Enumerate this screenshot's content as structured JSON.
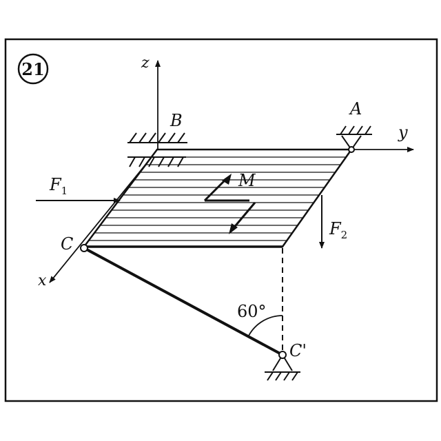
{
  "figure": {
    "number": "21",
    "labels": {
      "z": "z",
      "y": "y",
      "x": "x",
      "B": "B",
      "A": "A",
      "C": "C",
      "C_prime": "C'",
      "M": "M",
      "F1": "F",
      "F1_sub": "1",
      "F2": "F",
      "F2_sub": "2",
      "angle": "60°"
    }
  }
}
